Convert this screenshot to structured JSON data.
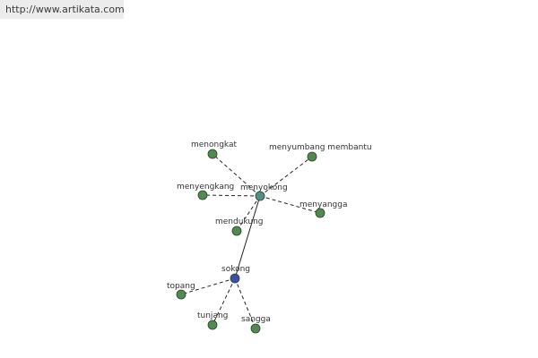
{
  "header": {
    "url": "http://www.artikata.com"
  },
  "colors": {
    "leaf": "#4f8a4f",
    "hub_menyokong": "#4e8f86",
    "hub_sokong": "#3d4ea0",
    "node_stroke": "#2f3f2f",
    "edge": "#222222"
  },
  "graph": {
    "nodes": [
      {
        "id": "menyokong",
        "label": "menyokong",
        "kind": "hub_menyokong"
      },
      {
        "id": "sokong",
        "label": "sokong",
        "kind": "hub_sokong"
      },
      {
        "id": "menongkat",
        "label": "menongkat",
        "kind": "leaf"
      },
      {
        "id": "menyumbang",
        "label": "menyumbang membantu",
        "kind": "leaf"
      },
      {
        "id": "menyengkang",
        "label": "menyengkang",
        "kind": "leaf"
      },
      {
        "id": "menyangga",
        "label": "menyangga",
        "kind": "leaf"
      },
      {
        "id": "mendukung",
        "label": "mendukung",
        "kind": "leaf"
      },
      {
        "id": "topang",
        "label": "topang",
        "kind": "leaf"
      },
      {
        "id": "tunjang",
        "label": "tunjang",
        "kind": "leaf"
      },
      {
        "id": "sangga",
        "label": "sangga",
        "kind": "leaf"
      }
    ],
    "edges": [
      {
        "from": "menyokong",
        "to": "sokong",
        "style": "solid"
      },
      {
        "from": "menyokong",
        "to": "menongkat",
        "style": "dashed"
      },
      {
        "from": "menyokong",
        "to": "menyumbang",
        "style": "dashed"
      },
      {
        "from": "menyokong",
        "to": "menyengkang",
        "style": "dashed"
      },
      {
        "from": "menyokong",
        "to": "menyangga",
        "style": "dashed"
      },
      {
        "from": "menyokong",
        "to": "mendukung",
        "style": "dashed"
      },
      {
        "from": "sokong",
        "to": "topang",
        "style": "dashed"
      },
      {
        "from": "sokong",
        "to": "tunjang",
        "style": "dashed"
      },
      {
        "from": "sokong",
        "to": "sangga",
        "style": "dashed"
      }
    ]
  }
}
